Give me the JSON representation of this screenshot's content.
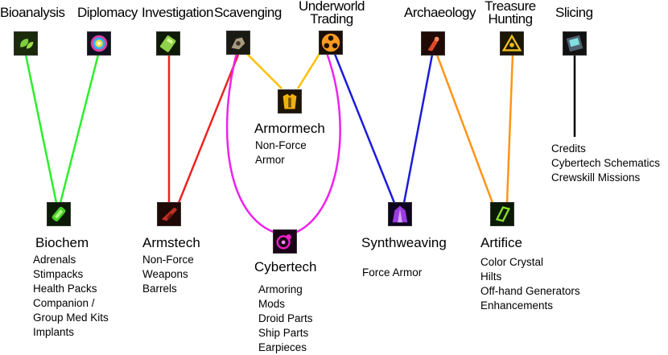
{
  "gathering": [
    {
      "id": "bioanalysis",
      "label": "Bioanalysis",
      "icon": "leaf-icon",
      "color": "#7ad03a"
    },
    {
      "id": "diplomacy",
      "label": "Diplomacy",
      "icon": "color-orb-icon",
      "color": "#d13cb8"
    },
    {
      "id": "investigation",
      "label": "Investigation",
      "icon": "battery-icon",
      "color": "#8fd14a"
    },
    {
      "id": "scavenging",
      "label": "Scavenging",
      "icon": "scrap-parts-icon",
      "color": "#c8c0a0"
    },
    {
      "id": "underworld",
      "label_lines": [
        "Underworld",
        "Trading"
      ],
      "icon": "three-orbs-icon",
      "color": "#ff9a20"
    },
    {
      "id": "archaeology",
      "label": "Archaeology",
      "icon": "artifact-icon",
      "color": "#e0482a"
    },
    {
      "id": "treasure",
      "label_lines": [
        "Treasure",
        "Hunting"
      ],
      "icon": "triangle-relic-icon",
      "color": "#f0c020"
    },
    {
      "id": "slicing",
      "label": "Slicing",
      "icon": "datapad-icon",
      "color": "#60c0c0"
    }
  ],
  "crafting": [
    {
      "id": "biochem",
      "label": "Biochem",
      "icon": "med-canister-icon",
      "items": [
        "Adrenals",
        "Stimpacks",
        "Health Packs",
        "Companion /",
        "Group Med Kits",
        "Implants"
      ]
    },
    {
      "id": "armstech",
      "label": "Armstech",
      "icon": "blaster-icon",
      "items": [
        "Non-Force",
        "Weapons",
        "Barrels"
      ]
    },
    {
      "id": "armormech",
      "label": "Armormech",
      "icon": "armor-chest-icon",
      "items": [
        "Non-Force",
        "Armor"
      ]
    },
    {
      "id": "cybertech",
      "label": "Cybertech",
      "icon": "droid-icon",
      "items": [
        "Armoring",
        "Mods",
        "Droid Parts",
        "Ship Parts",
        "Earpieces"
      ]
    },
    {
      "id": "synthweaving",
      "label": "Synthweaving",
      "icon": "robe-icon",
      "items": [
        "Force Armor"
      ]
    },
    {
      "id": "artifice",
      "label": "Artifice",
      "icon": "crystal-icon",
      "items": [
        "Color Crystal",
        "Hilts",
        "Off-hand Generators",
        "Enhancements"
      ]
    },
    {
      "id": "slicing_out",
      "label": "",
      "icon": "",
      "items": [
        "Credits",
        "Cybertech Schematics",
        "Crewskill Missions"
      ]
    }
  ],
  "connections": [
    {
      "from": "bioanalysis",
      "to": "biochem",
      "color": "#2bef2b"
    },
    {
      "from": "diplomacy",
      "to": "biochem",
      "color": "#2bef2b"
    },
    {
      "from": "investigation",
      "to": "armstech",
      "color": "#ee2222"
    },
    {
      "from": "scavenging",
      "to": "armstech",
      "color": "#ee2222"
    },
    {
      "from": "scavenging",
      "to": "armormech",
      "color": "#ffc000"
    },
    {
      "from": "underworld",
      "to": "armormech",
      "color": "#ffc000"
    },
    {
      "from": "scavenging",
      "to": "cybertech",
      "color": "#ee22ee"
    },
    {
      "from": "underworld",
      "to": "cybertech",
      "color": "#ee22ee"
    },
    {
      "from": "underworld",
      "to": "synthweaving",
      "color": "#1c1cd8"
    },
    {
      "from": "archaeology",
      "to": "synthweaving",
      "color": "#1c1cd8"
    },
    {
      "from": "archaeology",
      "to": "artifice",
      "color": "#ff9418"
    },
    {
      "from": "treasure",
      "to": "artifice",
      "color": "#ff9418"
    },
    {
      "from": "slicing",
      "to": "slicing_out",
      "color": "#000000"
    }
  ]
}
